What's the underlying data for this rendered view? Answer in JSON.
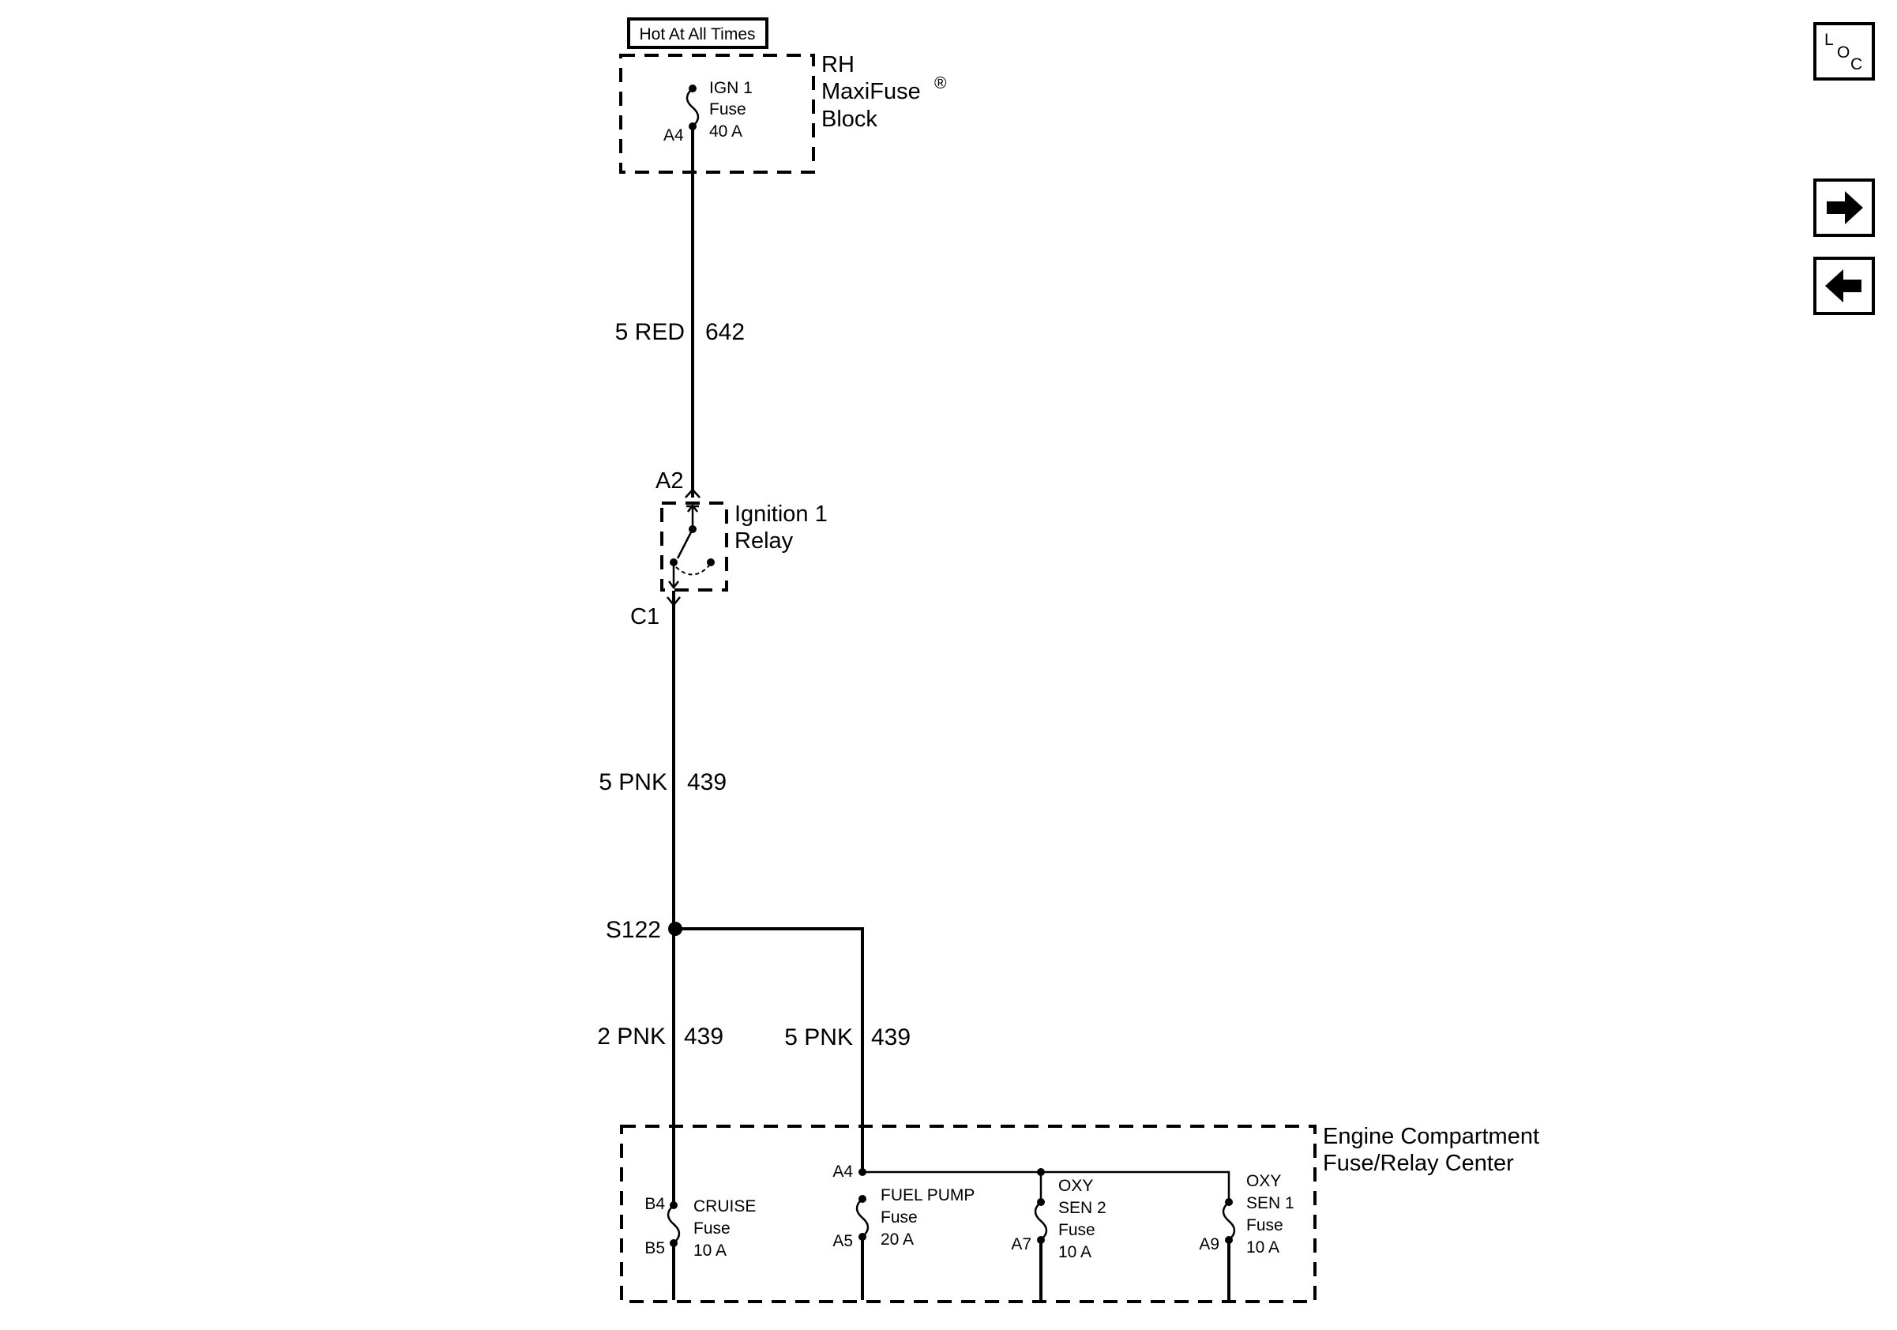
{
  "header": {
    "hot_label": "Hot At All Times"
  },
  "maxifuse_block": {
    "name_lines": [
      "RH",
      "MaxiFuse",
      "Block"
    ],
    "registered_mark": "®",
    "fuse": {
      "name": "IGN 1",
      "word": "Fuse",
      "rating": "40 A",
      "pin": "A4"
    }
  },
  "wires": {
    "w642": {
      "gauge_color": "5 RED",
      "circuit": "642"
    },
    "w439_main": {
      "gauge_color": "5 PNK",
      "circuit": "439"
    },
    "w439_left": {
      "gauge_color": "2 PNK",
      "circuit": "439"
    },
    "w439_right": {
      "gauge_color": "5 PNK",
      "circuit": "439"
    }
  },
  "relay": {
    "name_lines": [
      "Ignition 1",
      "Relay"
    ],
    "pin_in": "A2",
    "pin_out": "C1"
  },
  "splice": {
    "id": "S122"
  },
  "fuse_center": {
    "name_lines": [
      "Engine Compartment",
      "Fuse/Relay Center"
    ],
    "bus_pin": "A4",
    "fuses": [
      {
        "lines": [
          "CRUISE",
          "Fuse",
          "10 A"
        ],
        "pin_top": "B4",
        "pin_bottom": "B5"
      },
      {
        "lines": [
          "FUEL PUMP",
          "Fuse",
          "20 A"
        ],
        "pin_bottom": "A5"
      },
      {
        "lines": [
          "OXY",
          "SEN 2",
          "Fuse",
          "10 A"
        ],
        "pin_bottom": "A7"
      },
      {
        "lines": [
          "OXY",
          "SEN 1",
          "Fuse",
          "10 A"
        ],
        "pin_bottom": "A9"
      }
    ]
  },
  "nav": {
    "loc_letters": [
      "L",
      "O",
      "C"
    ],
    "next_icon": "arrow-right-icon",
    "prev_icon": "arrow-left-icon"
  }
}
